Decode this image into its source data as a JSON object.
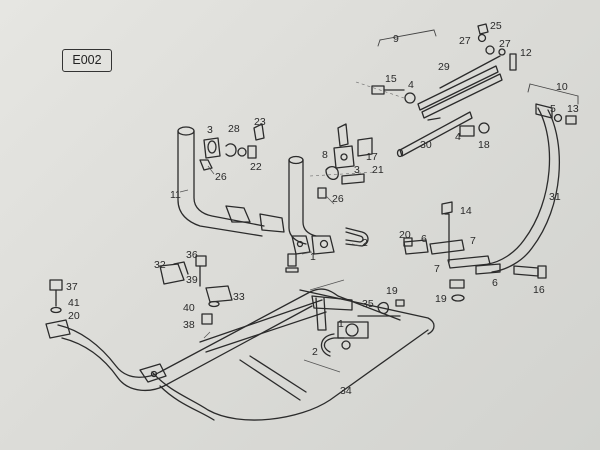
{
  "drawing_code": "E002",
  "callouts": [
    {
      "label": "1"
    },
    {
      "label": "2"
    },
    {
      "label": "3"
    },
    {
      "label": "4"
    },
    {
      "label": "5"
    },
    {
      "label": "6"
    },
    {
      "label": "7"
    },
    {
      "label": "8"
    },
    {
      "label": "9"
    },
    {
      "label": "10"
    },
    {
      "label": "11"
    },
    {
      "label": "12"
    },
    {
      "label": "13"
    },
    {
      "label": "14"
    },
    {
      "label": "15"
    },
    {
      "label": "16"
    },
    {
      "label": "17"
    },
    {
      "label": "18"
    },
    {
      "label": "19"
    },
    {
      "label": "20"
    },
    {
      "label": "21"
    },
    {
      "label": "22"
    },
    {
      "label": "23"
    },
    {
      "label": "25"
    },
    {
      "label": "26"
    },
    {
      "label": "27"
    },
    {
      "label": "28"
    },
    {
      "label": "29"
    },
    {
      "label": "30"
    },
    {
      "label": "31"
    },
    {
      "label": "32"
    },
    {
      "label": "33"
    },
    {
      "label": "34"
    },
    {
      "label": "35"
    },
    {
      "label": "36"
    },
    {
      "label": "37"
    },
    {
      "label": "38"
    },
    {
      "label": "39"
    },
    {
      "label": "40"
    },
    {
      "label": "41"
    }
  ]
}
